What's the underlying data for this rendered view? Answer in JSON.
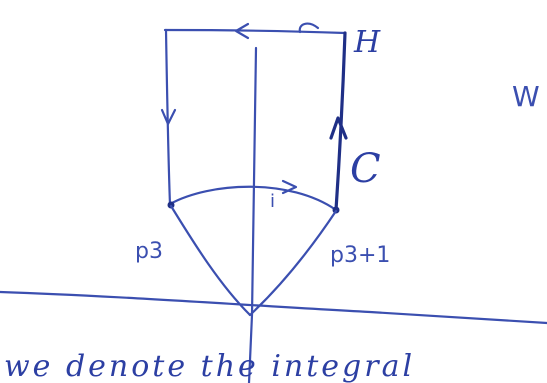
{
  "labels": {
    "top_right": "H",
    "edge_right": "C",
    "center_small": "i",
    "bottom_left": "p3",
    "bottom_right": "p3+1",
    "margin_right": "W",
    "bottom_text": "we denote the integral"
  },
  "colors": {
    "ink": "#3b4fb0",
    "ink_dark": "#1f2f86",
    "ink_light": "#6a7bc8",
    "paper": "#ffffff"
  }
}
